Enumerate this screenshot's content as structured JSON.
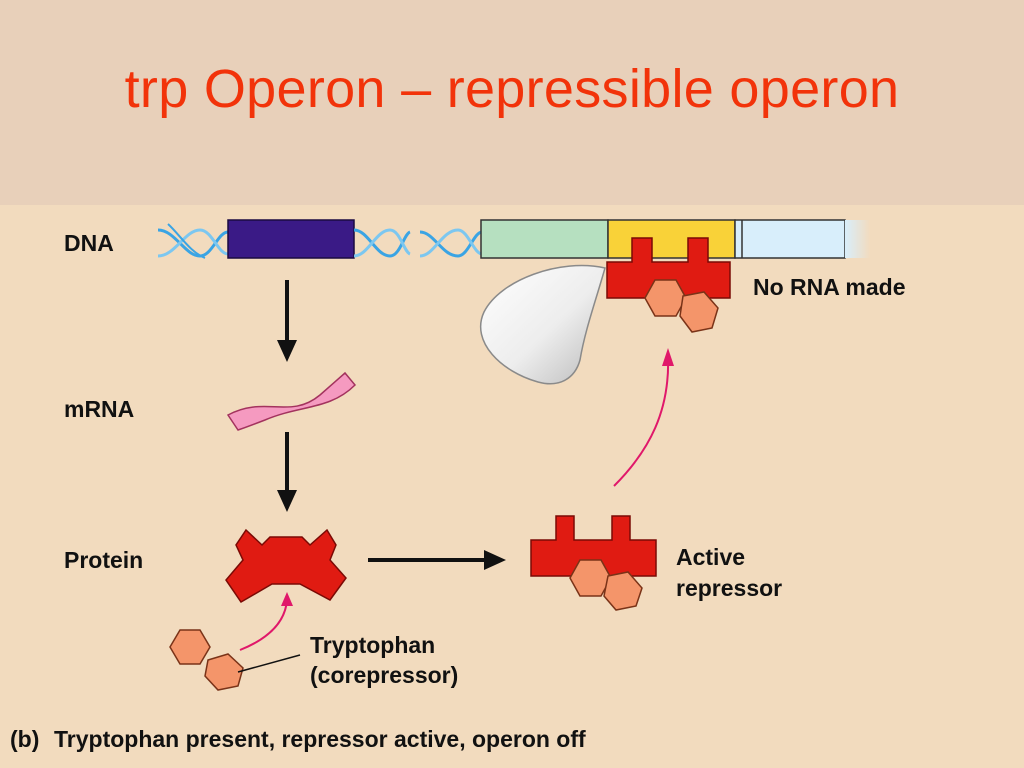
{
  "title": "trp Operon – repressible operon",
  "labels": {
    "dna": "DNA",
    "mrna": "mRNA",
    "protein": "Protein",
    "no_rna": "No RNA made",
    "active_repressor_1": "Active",
    "active_repressor_2": "repressor",
    "tryptophan_1": "Tryptophan",
    "tryptophan_2": "(corepressor)",
    "caption_letter": "(b)",
    "caption_text": "Tryptophan present, repressor active, operon off"
  },
  "colors": {
    "title": "#f2330a",
    "repressor": "#e01b12",
    "tryptophan": "#f4956a",
    "regulatory_gene": "#3a1a86",
    "promoter": "#b6e0c0",
    "operator": "#f9d238",
    "trp_genes": "#d8eefb",
    "mrna": "#f59ac0",
    "dna_helix": "#3aa4e4",
    "arrow_pink": "#e0186a"
  }
}
